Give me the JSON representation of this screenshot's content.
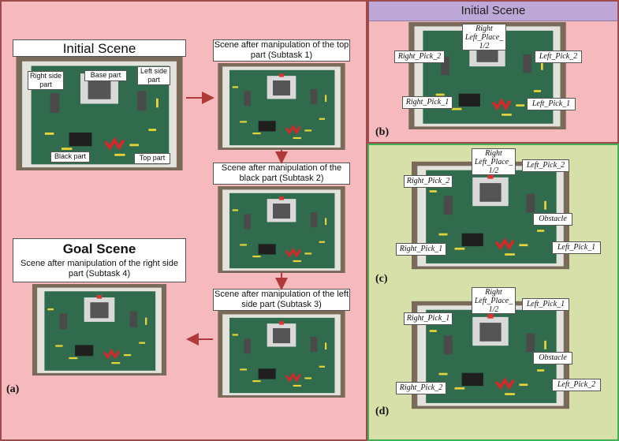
{
  "panel_a": {
    "letter": "(a)",
    "initial_scene": {
      "title": "Initial Scene",
      "labels": {
        "right_side_part": "Right side part",
        "base_part": "Base part",
        "left_side_part": "Left side part",
        "black_part": "Black part",
        "top_part": "Top part"
      }
    },
    "subtask1": "Scene after manipulation of the top part (Subtask 1)",
    "subtask2": "Scene after manipulation of the black part (Subtask 2)",
    "subtask3": "Scene after manipulation of the left side part (Subtask 3)",
    "goal": {
      "title": "Goal Scene",
      "subtitle": "Scene after manipulation of the right side part (Subtask 4)"
    }
  },
  "panel_b": {
    "letter": "(b)",
    "header": "Initial Scene",
    "labels": {
      "right_pick_2": "Right_Pick_2",
      "place": "Right Left_Place_ 1/2",
      "left_pick_2": "Left_Pick_2",
      "right_pick_1": "Right_Pick_1",
      "left_pick_1": "Left_Pick_1"
    }
  },
  "panel_c": {
    "letter": "(c)",
    "labels": {
      "right_pick_2": "Right_Pick_2",
      "place": "Right Left_Place_ 1/2",
      "left_pick_2": "Left_Pick_2",
      "obstacle": "Obstacle",
      "right_pick_1": "Right_Pick_1",
      "left_pick_1": "Left_Pick_1"
    }
  },
  "panel_d": {
    "letter": "(d)",
    "labels": {
      "right_pick_1": "Right_Pick_1",
      "place": "Right Left_Place_ 1/2",
      "left_pick_1": "Left_Pick_1",
      "obstacle": "Obstacle",
      "right_pick_2": "Right_Pick_2",
      "left_pick_2": "Left_Pick_2"
    }
  },
  "colors": {
    "panel_pink": "#f6b9bd",
    "panel_green": "#d6e0a8",
    "header_purple": "#bda7d6",
    "border_red": "#9c4a4a",
    "border_green": "#3fae54",
    "arrow": "#b03a3a",
    "board": "#2f6b4c"
  }
}
